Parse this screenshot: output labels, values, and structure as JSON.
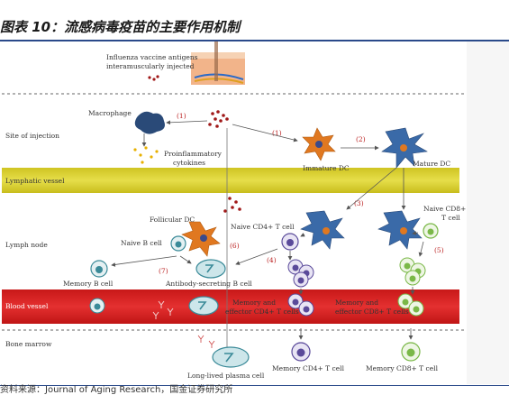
{
  "title": "图表 10：流感病毒疫苗的主要作用机制",
  "source": "资料来源：Journal of Aging Research，国金证券研究所",
  "regions": {
    "injection": "Site of injection",
    "lymphatic": "Lymphatic vessel",
    "lymph_node": "Lymph node",
    "blood": "Blood vessel",
    "marrow": "Bone marrow"
  },
  "labels": {
    "antigens": [
      "Influenza vaccine antigens",
      "interamuscularly injected"
    ],
    "macrophage": "Macrophage",
    "cytokines": [
      "Proinflammatory",
      "cytokines"
    ],
    "immature_dc": "Immature DC",
    "mature_dc": "Mature DC",
    "follicular_dc": "Follicular DC",
    "naive_cd4": "Naive CD4+ T cell",
    "naive_cd8": [
      "Naive CD8+",
      "T cell"
    ],
    "naive_b": "Naive B cell",
    "memory_b": "Memory B cell",
    "asc": "Antibody-secreting B cell",
    "mem_eff_cd4": [
      "Memory and",
      "effector CD4+ T cells"
    ],
    "mem_eff_cd8": [
      "Memory and",
      "effector CD8+ T cells"
    ],
    "plasma": "Long-lived plasma cell",
    "mem_cd4": "Memory CD4+ T cell",
    "mem_cd8": "Memory CD8+ T cell"
  },
  "steps": [
    "(1)",
    "(1)",
    "(2)",
    "(3)",
    "(4)",
    "(5)",
    "(6)",
    "(7)"
  ],
  "colors": {
    "title_rule": "#2a4a8a",
    "lymph_band": "#d8d02a",
    "blood_band": "#d62020",
    "step_number": "#b22222",
    "dc_orange": "#e07820",
    "dc_blue": "#3a6aa8",
    "t_cell": "#5a4a9a",
    "cd8_cell": "#7ab848",
    "b_cell": "#3a8a98"
  }
}
